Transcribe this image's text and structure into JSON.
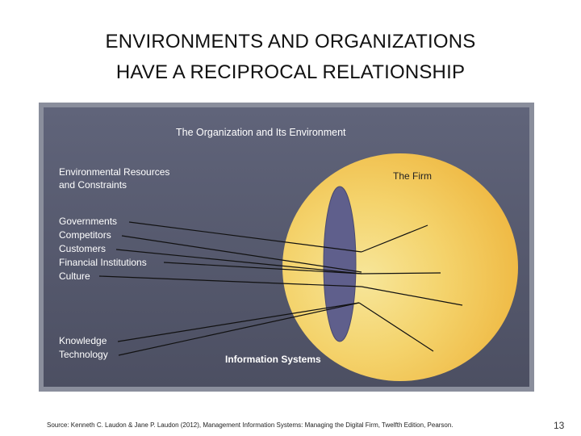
{
  "slide": {
    "title_lines": [
      "ENVIRONMENTS AND ORGANIZATIONS",
      "HAVE A RECIPROCAL RELATIONSHIP"
    ],
    "source": "Source: Kenneth C. Laudon & Jane P. Laudon (2012), Management Information Systems: Managing the Digital Firm, Twelfth Edition, Pearson.",
    "page_number": "13"
  },
  "figure": {
    "title": "The Organization and Its Environment",
    "heading_lines": [
      "Environmental Resources",
      "and Constraints"
    ],
    "environment_items": [
      "Governments",
      "Competitors",
      "Customers",
      "Financial Institutions",
      "Culture"
    ],
    "technology_items": [
      "Knowledge",
      "Technology"
    ],
    "firm_label": "The Firm",
    "is_label": "Information Systems",
    "colors": {
      "background": "#5b5f72",
      "frame": "#8a8e9c",
      "firm_fill": "#f2c24e",
      "firm_highlight": "#f7e69a",
      "is_fill": "#5f5f8c",
      "lines": "#111111",
      "text": "#ffffff"
    }
  }
}
